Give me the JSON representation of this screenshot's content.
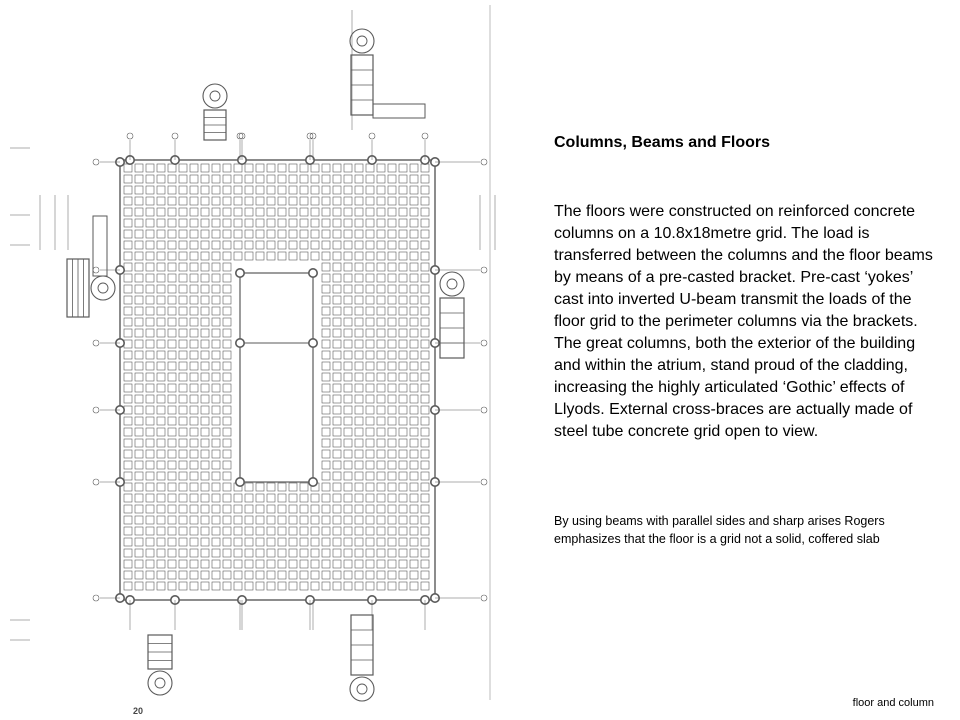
{
  "slide": {
    "title": "Columns, Beams and Floors",
    "body": "The floors were constructed on reinforced concrete columns on a 10.8x18metre grid. The load is transferred between the columns and the floor beams by means of a pre-casted bracket. Pre-cast ‘yokes’ cast into inverted U-beam transmit the loads of the floor grid to the perimeter columns via the brackets. The great columns, both the exterior of the building and within the atrium, stand proud of the cladding, increasing the highly articulated ‘Gothic’ effects of Llyods. External cross-braces are actually made of steel tube concrete grid open to view.",
    "note": "By using beams with parallel sides and sharp arises Rogers emphasizes that the floor is a grid not a solid, coffered slab",
    "footer": "floor and column"
  },
  "drawing": {
    "page_number": "20",
    "line_color": "#5a5a5a"
  }
}
